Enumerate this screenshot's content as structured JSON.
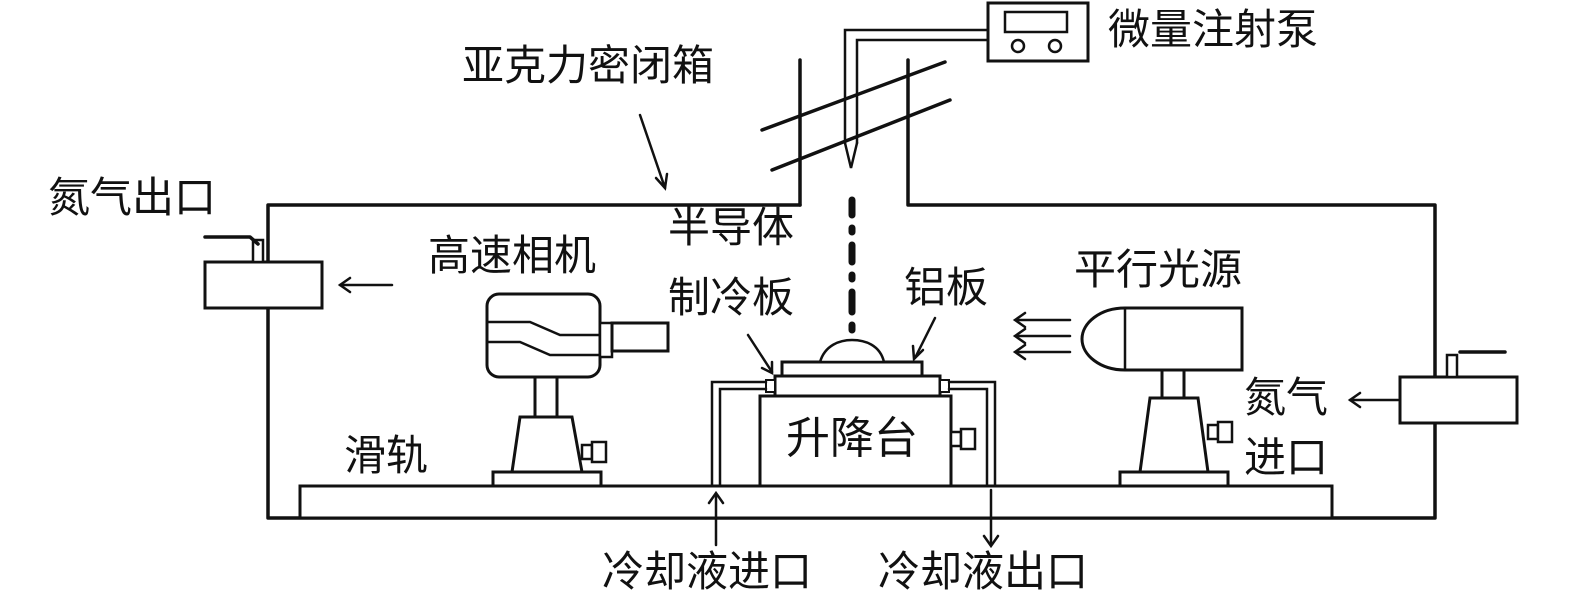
{
  "title": "亚克力密闭箱实验装置示意图",
  "labels": {
    "syringe_pump": "微量注射泵",
    "acrylic_box": "亚克力密闭箱",
    "nitrogen_outlet": "氮气出口",
    "high_speed_camera": "高速相机",
    "semiconductor_cooling_line1": "半导体",
    "semiconductor_cooling_line2": "制冷板",
    "aluminum_plate": "铝板",
    "parallel_light": "平行光源",
    "nitrogen_inlet_line1": "氮气",
    "nitrogen_inlet_line2": "进口",
    "slide_rail": "滑轨",
    "lift_table": "升降台",
    "coolant_inlet": "冷却液进口",
    "coolant_outlet": "冷却液出口"
  }
}
